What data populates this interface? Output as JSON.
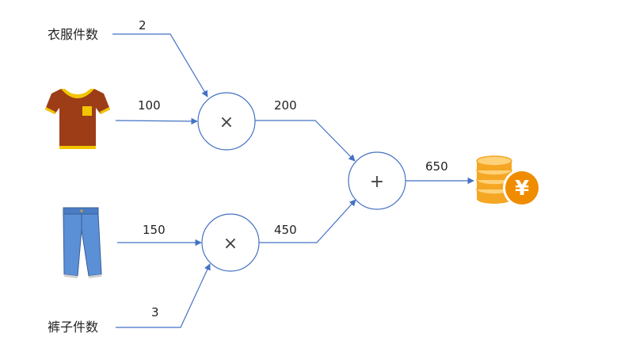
{
  "inputs": {
    "shirt_count_label": "衣服件数",
    "pants_count_label": "裤子件数"
  },
  "edges": {
    "shirt_count_value": "2",
    "shirt_price_value": "100",
    "pants_price_value": "150",
    "pants_count_value": "3",
    "shirt_total_value": "200",
    "pants_total_value": "450",
    "grand_total_value": "650"
  },
  "nodes": {
    "multiply_symbol": "×",
    "add_symbol": "+"
  },
  "icons": {
    "shirt": "tshirt-icon",
    "pants": "jeans-icon",
    "result": "yen-coins-icon"
  },
  "colors": {
    "edge": "#4472c4",
    "shirt": "#9c3d18",
    "shirt_trim": "#f2c500",
    "jeans": "#5b8fd6",
    "coin": "#f5a623",
    "yen_badge": "#f08c00"
  }
}
